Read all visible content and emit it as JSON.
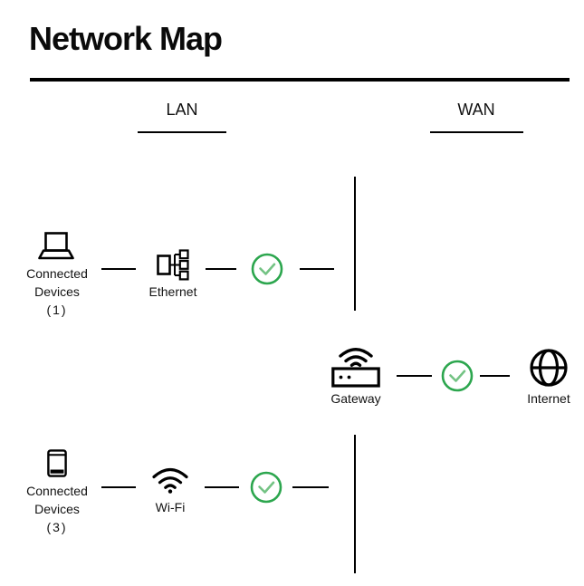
{
  "header": {
    "title": "Network Map"
  },
  "columns": {
    "lan": {
      "label": "LAN"
    },
    "wan": {
      "label": "WAN"
    }
  },
  "lan": {
    "rows": [
      {
        "device": {
          "icon": "laptop-icon",
          "line1": "Connected",
          "line2": "Devices",
          "line3": "(1)"
        },
        "medium": {
          "icon": "ethernet-icon",
          "label": "Ethernet"
        },
        "status": {
          "icon": "check-circle-icon"
        }
      },
      {
        "device": {
          "icon": "smartphone-icon",
          "line1": "Connected",
          "line2": "Devices",
          "line3": "(3)"
        },
        "medium": {
          "icon": "wifi-icon",
          "label": "Wi-Fi"
        },
        "status": {
          "icon": "check-circle-icon"
        }
      }
    ]
  },
  "wan": {
    "gateway": {
      "icon": "router-icon",
      "label": "Gateway"
    },
    "status": {
      "icon": "check-circle-icon"
    },
    "internet": {
      "icon": "globe-icon",
      "label": "Internet"
    }
  },
  "colors": {
    "text": "#000000",
    "lines": "#000000",
    "check_ring": "#2ca64e",
    "check_mark": "#74c384"
  }
}
